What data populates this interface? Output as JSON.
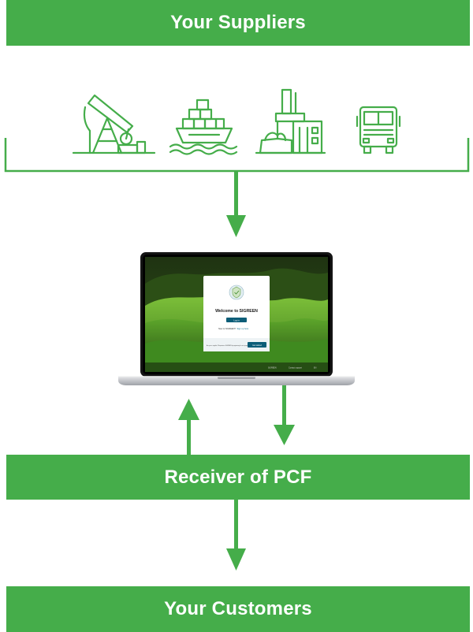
{
  "diagram": {
    "top_band": {
      "label": "Your Suppliers"
    },
    "middle_band": {
      "label": "Receiver of PCF"
    },
    "bottom_band": {
      "label": "Your Customers"
    },
    "supplier_icons": [
      "oil-pump-icon",
      "cargo-ship-icon",
      "factory-icon",
      "truck-icon"
    ],
    "laptop_screen": {
      "welcome_title": "Welcome to SIGREEN",
      "login_button": "Log in",
      "signup_text": "New to SIGREEN?",
      "signup_link": "Sign up here",
      "info_text": "Are you a supplier? Experience SiGREEN by registering for our programme",
      "info_button": "Get started",
      "footer_items": [
        "SiGREEN",
        "Contact support",
        "EN"
      ]
    },
    "colors": {
      "brand_green": "#45ad4a",
      "button_teal": "#0c5d78",
      "laptop_body": "#c9cbcf"
    }
  }
}
